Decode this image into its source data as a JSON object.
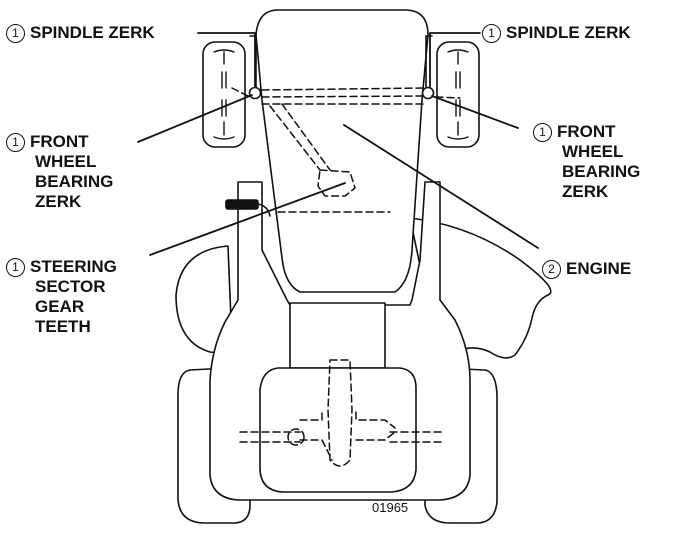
{
  "labels": {
    "spindle_zerk_left": {
      "num": "1",
      "lines": [
        "SPINDLE ZERK"
      ]
    },
    "spindle_zerk_right": {
      "num": "1",
      "lines": [
        "SPINDLE ZERK"
      ]
    },
    "front_wheel_left": {
      "num": "1",
      "lines": [
        "FRONT",
        "WHEEL",
        "BEARING",
        "ZERK"
      ]
    },
    "front_wheel_right": {
      "num": "1",
      "lines": [
        "FRONT",
        "WHEEL",
        "BEARING",
        "ZERK"
      ]
    },
    "steering": {
      "num": "1",
      "lines": [
        "STEERING",
        "SECTOR",
        "GEAR",
        "TEETH"
      ]
    },
    "engine": {
      "num": "2",
      "lines": [
        "ENGINE"
      ]
    }
  },
  "figure_id": "01965"
}
